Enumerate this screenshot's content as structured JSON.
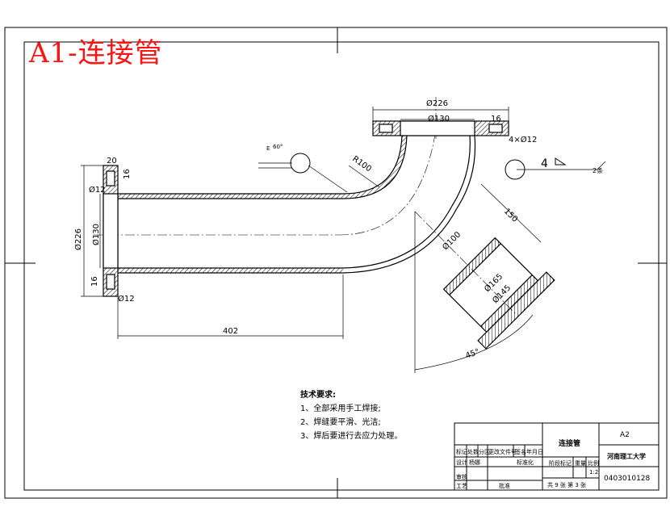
{
  "title": "A1-连接管",
  "dimensions": {
    "d226_top": "Ø226",
    "d130_top": "Ø130",
    "t16": "16",
    "holes_top": "4×Ø12",
    "r100": "R100",
    "d226_left": "Ø226",
    "d130_left": "Ø130",
    "d12_left_a": "Ø12",
    "d12_left_b": "Ø12",
    "t20": "20",
    "t16_left": "16",
    "t16_bot": "16",
    "len402": "402",
    "len150": "150",
    "d100": "Ø100",
    "d165": "Ø165",
    "d145": "Ø145",
    "ang45": "45°",
    "weld_angle": "60°",
    "weld_e": "E",
    "weld_size": "4",
    "weld_count": "2条"
  },
  "notes": {
    "heading": "技术要求:",
    "item1": "1、全部采用手工焊接;",
    "item2": "2、焊缝要平滑、光洁;",
    "item3": "3、焊后要进行去应力处理。"
  },
  "title_block": {
    "part_name": "连接管",
    "sheet_size": "A2",
    "school": "河南理工大学",
    "drawing_no": "0403010128",
    "scale": "1:2",
    "sheets": "共 9 张  第 3 张",
    "h_mark": "标记",
    "h_count": "处数",
    "h_zone": "分区",
    "h_docno": "更改文件号",
    "h_sign": "签名",
    "h_date": "年月日",
    "h_design": "设计",
    "h_std": "标准化",
    "h_review": "审核",
    "h_process": "工艺",
    "h_approve": "批准",
    "h_stage": "阶段标记",
    "h_weight": "重量",
    "h_ratio": "比例",
    "r_design_name": "杨娜"
  }
}
